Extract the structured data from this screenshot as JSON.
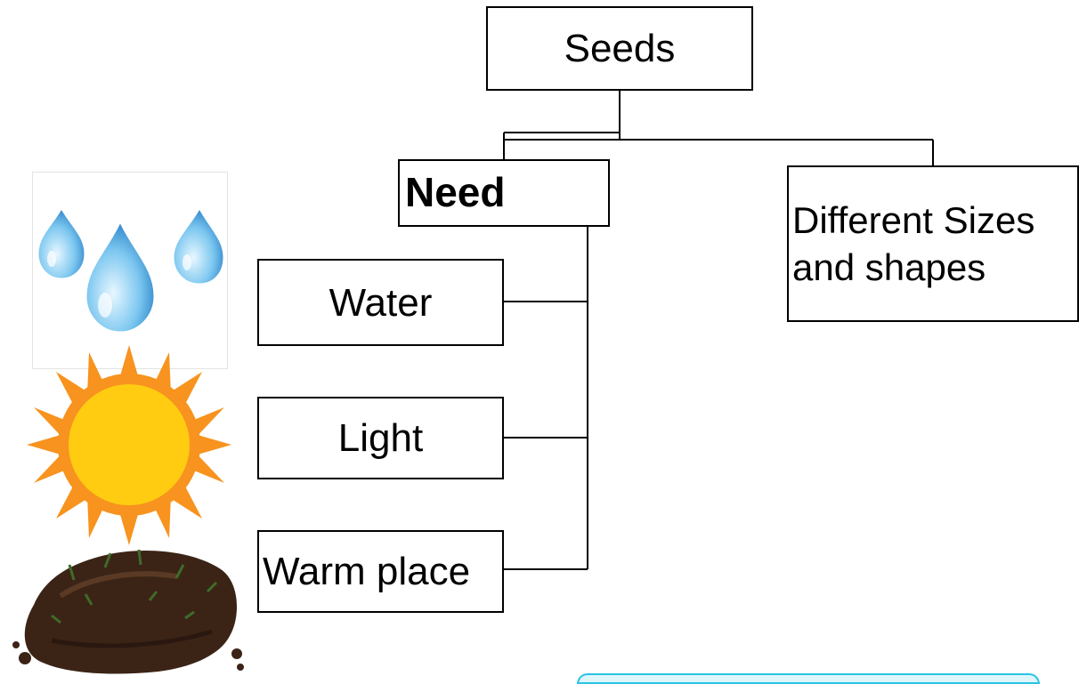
{
  "root": {
    "label": "Seeds"
  },
  "need": {
    "label": "Need"
  },
  "characteristics": {
    "label_line1": "Different Sizes",
    "label_line2": "and shapes"
  },
  "needs": [
    {
      "label": "Water",
      "icon": "water-drops-icon"
    },
    {
      "label": "Light",
      "icon": "sun-icon"
    },
    {
      "label": "Warm place",
      "icon": "soil-icon"
    }
  ],
  "colors": {
    "line": "#000000",
    "drop_light": "#bfe6fb",
    "drop_dark": "#2b8fd6",
    "sun_rays": "#f7931e",
    "sun_core": "#ffcc12",
    "soil": "#3b2416",
    "grass": "#3f6b2a",
    "strip": "#29c3e6"
  }
}
